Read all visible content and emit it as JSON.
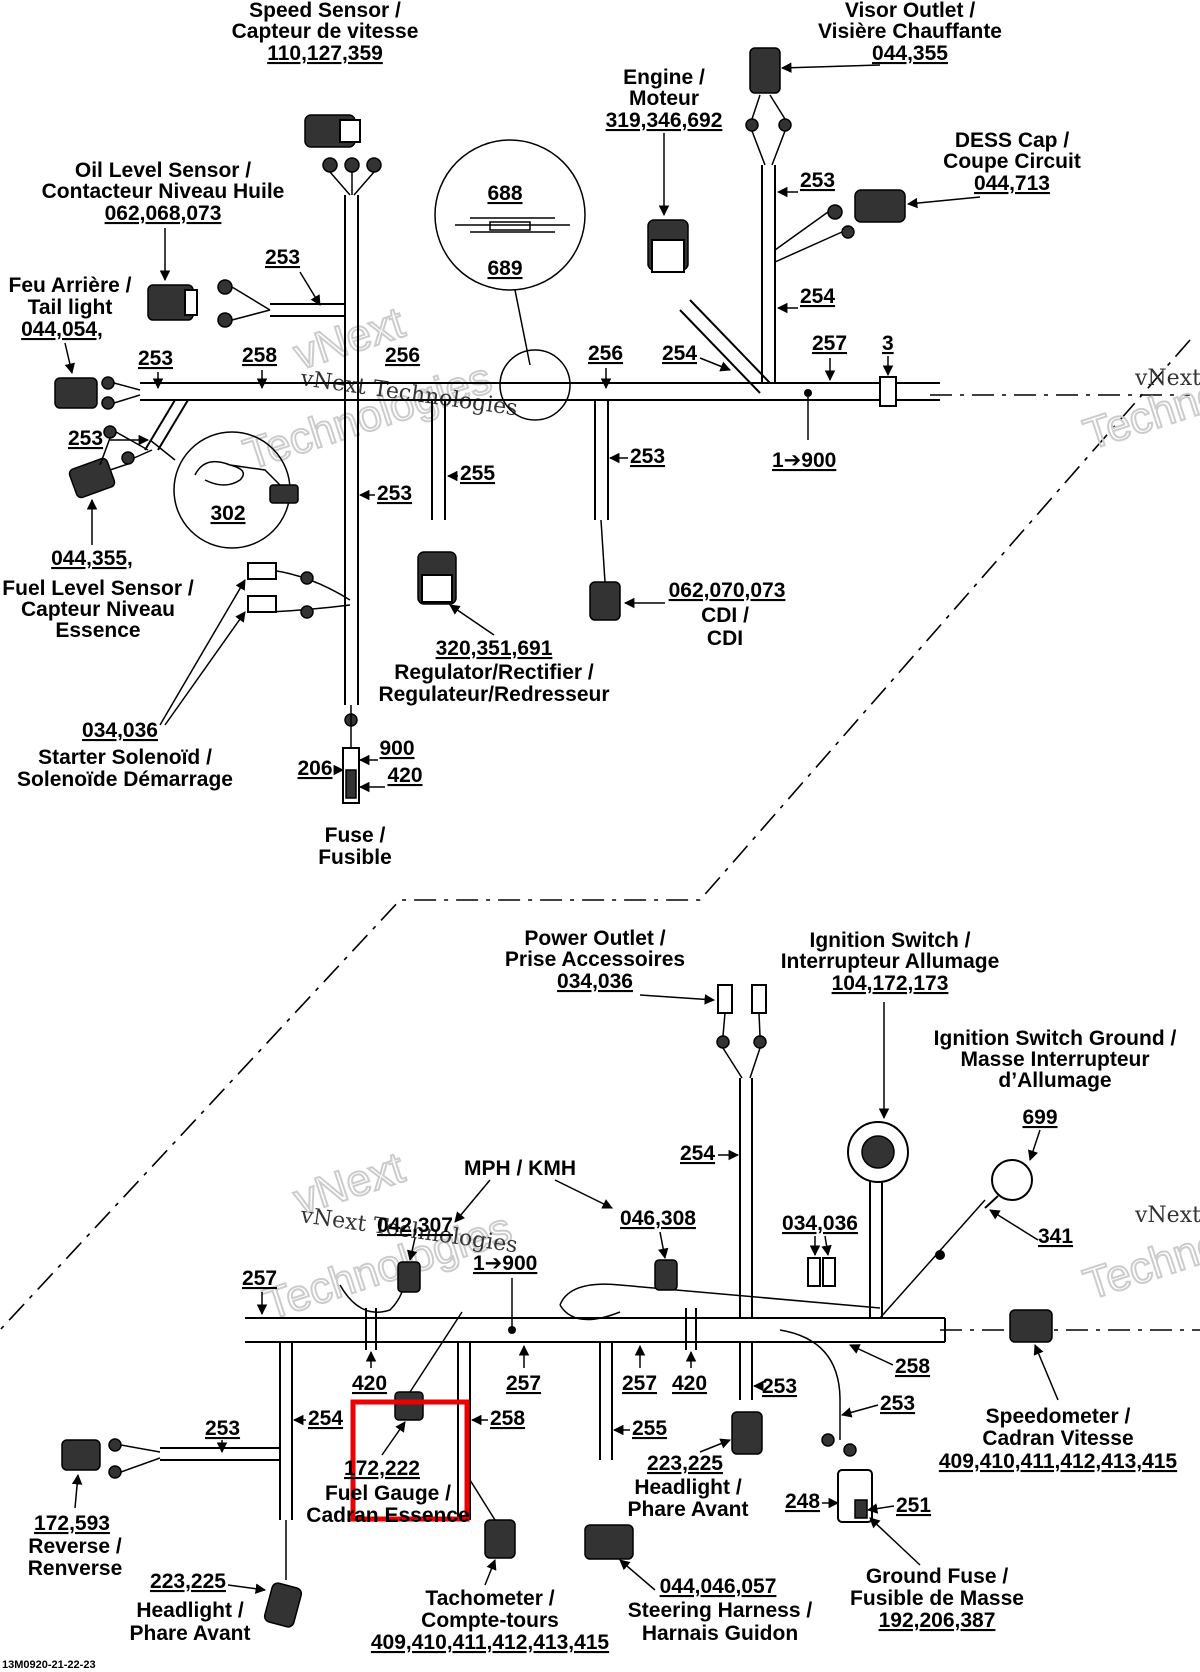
{
  "watermark": {
    "line": "vNext Technologies",
    "big1": "vNext",
    "big2": "Technologies"
  },
  "top": {
    "speed_sensor": {
      "l1": "Speed Sensor /",
      "l2": "Capteur de vitesse",
      "ref": "110,127,359"
    },
    "visor_outlet": {
      "l1": "Visor Outlet /",
      "l2": "Visière Chauffante",
      "ref": "044,355"
    },
    "engine": {
      "l1": "Engine /",
      "l2": "Moteur",
      "ref": "319,346,692"
    },
    "dess_cap": {
      "l1": "DESS Cap /",
      "l2": "Coupe Circuit",
      "ref": "044,713"
    },
    "oil_level": {
      "l1": "Oil Level Sensor /",
      "l2": "Contacteur Niveau Huile",
      "ref": "062,068,073"
    },
    "tail_light": {
      "l1": "Feu Arrière /",
      "l2": "Tail light",
      "ref": "044,054,"
    },
    "fuel_level": {
      "ref": "044,355,",
      "l1": "Fuel Level Sensor /",
      "l2": "Capteur Niveau",
      "l3": "Essence"
    },
    "starter": {
      "ref": "034,036",
      "l1": "Starter Solenoïd /",
      "l2": "Solenoïde Démarrage"
    },
    "fuse": {
      "l1": "Fuse /",
      "l2": "Fusible",
      "a": "900",
      "b": "420",
      "c": "206"
    },
    "regulator": {
      "ref": "320,351,691",
      "l1": "Regulator/Rectifier /",
      "l2": "Regulateur/Redresseur"
    },
    "cdi": {
      "ref": "062,070,073",
      "l1": "CDI /",
      "l2": "CDI"
    },
    "detail_top": {
      "a": "688",
      "b": "689"
    },
    "detail_left": {
      "a": "302"
    },
    "wires": {
      "w253a": "253",
      "w253b": "253",
      "w253c": "253",
      "w253d": "253",
      "w253e": "253",
      "w253f": "253",
      "w258": "258",
      "w256a": "256",
      "w256b": "256",
      "w254a": "254",
      "w254b": "254",
      "w257": "257",
      "w3": "3",
      "w255": "255",
      "w1900": "1➔900"
    }
  },
  "bottom": {
    "power_outlet": {
      "l1": "Power Outlet /",
      "l2": "Prise Accessoires",
      "ref": "034,036"
    },
    "ignition_switch": {
      "l1": "Ignition Switch /",
      "l2": "Interrupteur Allumage",
      "ref": "104,172,173"
    },
    "ignition_ground": {
      "l1": "Ignition Switch Ground /",
      "l2": "Masse Interrupteur",
      "l3": "d’Allumage",
      "ref": "699"
    },
    "mph": {
      "title": "MPH / KMH",
      "left": "042,307",
      "right": "046,308"
    },
    "c341": "341",
    "c034": "034,036",
    "speedometer": {
      "l1": "Speedometer /",
      "l2": "Cadran Vitesse",
      "ref": "409,410,411,412,413,415"
    },
    "fuel_gauge": {
      "ref": "172,222",
      "l1": "Fuel Gauge /",
      "l2": "Cadran Essence"
    },
    "tachometer": {
      "l1": "Tachometer /",
      "l2": "Compte-tours",
      "ref": "409,410,411,412,413,415"
    },
    "steering": {
      "ref": "044,046,057",
      "l1": "Steering Harness /",
      "l2": "Harnais Guidon"
    },
    "headlight_mid": {
      "ref": "223,225",
      "l1": "Headlight /",
      "l2": "Phare Avant"
    },
    "headlight_left": {
      "ref": "223,225",
      "l1": "Headlight /",
      "l2": "Phare Avant"
    },
    "reverse": {
      "ref": "172,593",
      "l1": "Reverse /",
      "l2": "Renverse"
    },
    "ground_fuse": {
      "l1": "Ground Fuse /",
      "l2": "Fusible de Masse",
      "ref": "192,206,387",
      "a": "248",
      "b": "251"
    },
    "wires": {
      "w257a": "257",
      "w257b": "257",
      "w257c": "257",
      "w1900": "1➔900",
      "w420a": "420",
      "w420b": "420",
      "w254a": "254",
      "w254b": "254",
      "w253a": "253",
      "w253b": "253",
      "w253c": "253",
      "w258a": "258",
      "w258b": "258",
      "w255": "255"
    }
  },
  "footer": {
    "code": "13M0920-21-22-23"
  }
}
